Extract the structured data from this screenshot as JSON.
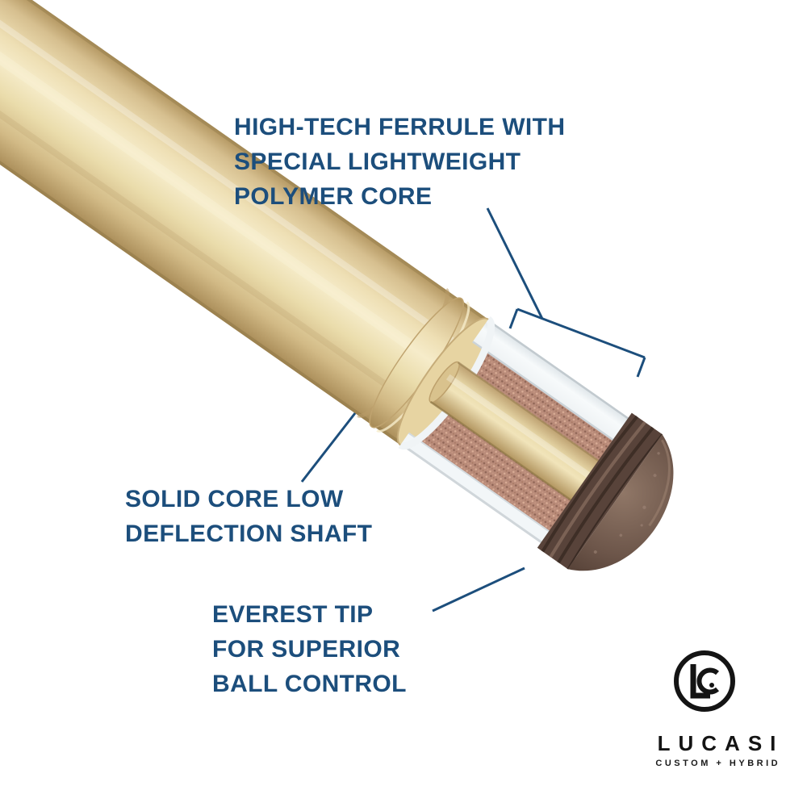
{
  "colors": {
    "accent": "#1C4E7C",
    "background": "#FFFFFF",
    "wood": "#EBD8A9",
    "wood_dark": "#C3A876",
    "ferrule_white": "#F2F5F7",
    "composite": "#BB8E7D",
    "tip_brown": "#5E483D",
    "logo_black": "#141414"
  },
  "icons": {
    "logo_mark": "lucasi-lc-monogram-icon"
  },
  "callouts": {
    "ferrule": {
      "lines": [
        "HIGH-TECH FERRULE WITH",
        "SPECIAL LIGHTWEIGHT",
        "POLYMER CORE"
      ]
    },
    "shaft": {
      "lines": [
        "SOLID CORE LOW",
        "DEFLECTION SHAFT"
      ]
    },
    "tip": {
      "lines": [
        "EVEREST TIP",
        "FOR SUPERIOR",
        "BALL CONTROL"
      ]
    }
  },
  "logo": {
    "brand": "LUCASI",
    "tagline": "CUSTOM + HYBRID"
  }
}
